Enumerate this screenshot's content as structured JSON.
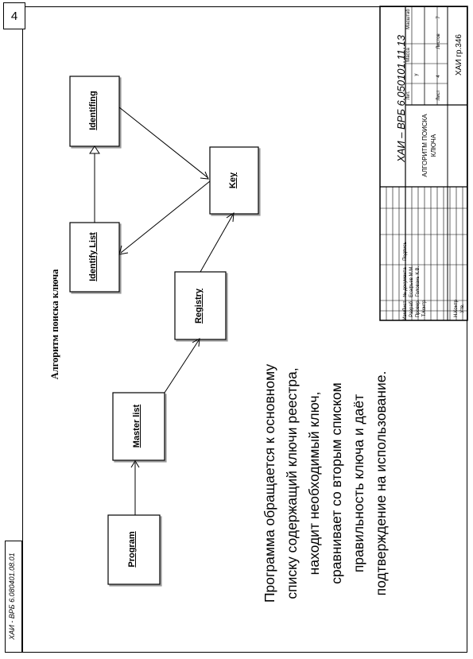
{
  "page_number": "4",
  "side_stamp": "ХАИ - ВРБ 6.080401.08.01",
  "diagram": {
    "title": "Алгоритм поиска ключа",
    "nodes": [
      {
        "id": "program",
        "label": "Program"
      },
      {
        "id": "masterlist",
        "label": "Master list"
      },
      {
        "id": "registry",
        "label": "Registry"
      },
      {
        "id": "identifylist",
        "label": "Identify List"
      },
      {
        "id": "identifying",
        "label": "Identifing"
      },
      {
        "id": "key",
        "label": "Key"
      }
    ]
  },
  "description": [
    "Программа обращается к основному",
    "списку содержащий ключи реестра,",
    "находит необходимый ключ,",
    "сравнивает со вторым списком",
    "правильность ключа и даёт",
    "подтверждение на использование."
  ],
  "title_block": {
    "doc_code": "ХАИ – ВРБ 6.050101.11.13",
    "doc_title_line1": "АЛГОРИТМ ПОИСКА",
    "doc_title_line2": "КЛЮЧА",
    "group": "ХАИ гр.346",
    "col_izm": "Изм",
    "col_list": "Лист",
    "col_doc": "№ документа",
    "col_sign": "Подпись",
    "row_razrab": "Разраб.",
    "row_razrab_name": "Есафьев М.М.",
    "row_prover": "Провер.",
    "row_prover_name": "Головань К.В.",
    "row_tkontr": "Т.Контр",
    "row_nkontr": "Н.Контр",
    "row_utv": "Утв.",
    "lit_label": "Лит.",
    "mass_label": "Масса",
    "scale_label": "Масштаб",
    "lit_value": "у",
    "sheet_label": "Лист",
    "sheet_value": "4",
    "sheets_label": "Листов",
    "sheets_value": "7"
  }
}
